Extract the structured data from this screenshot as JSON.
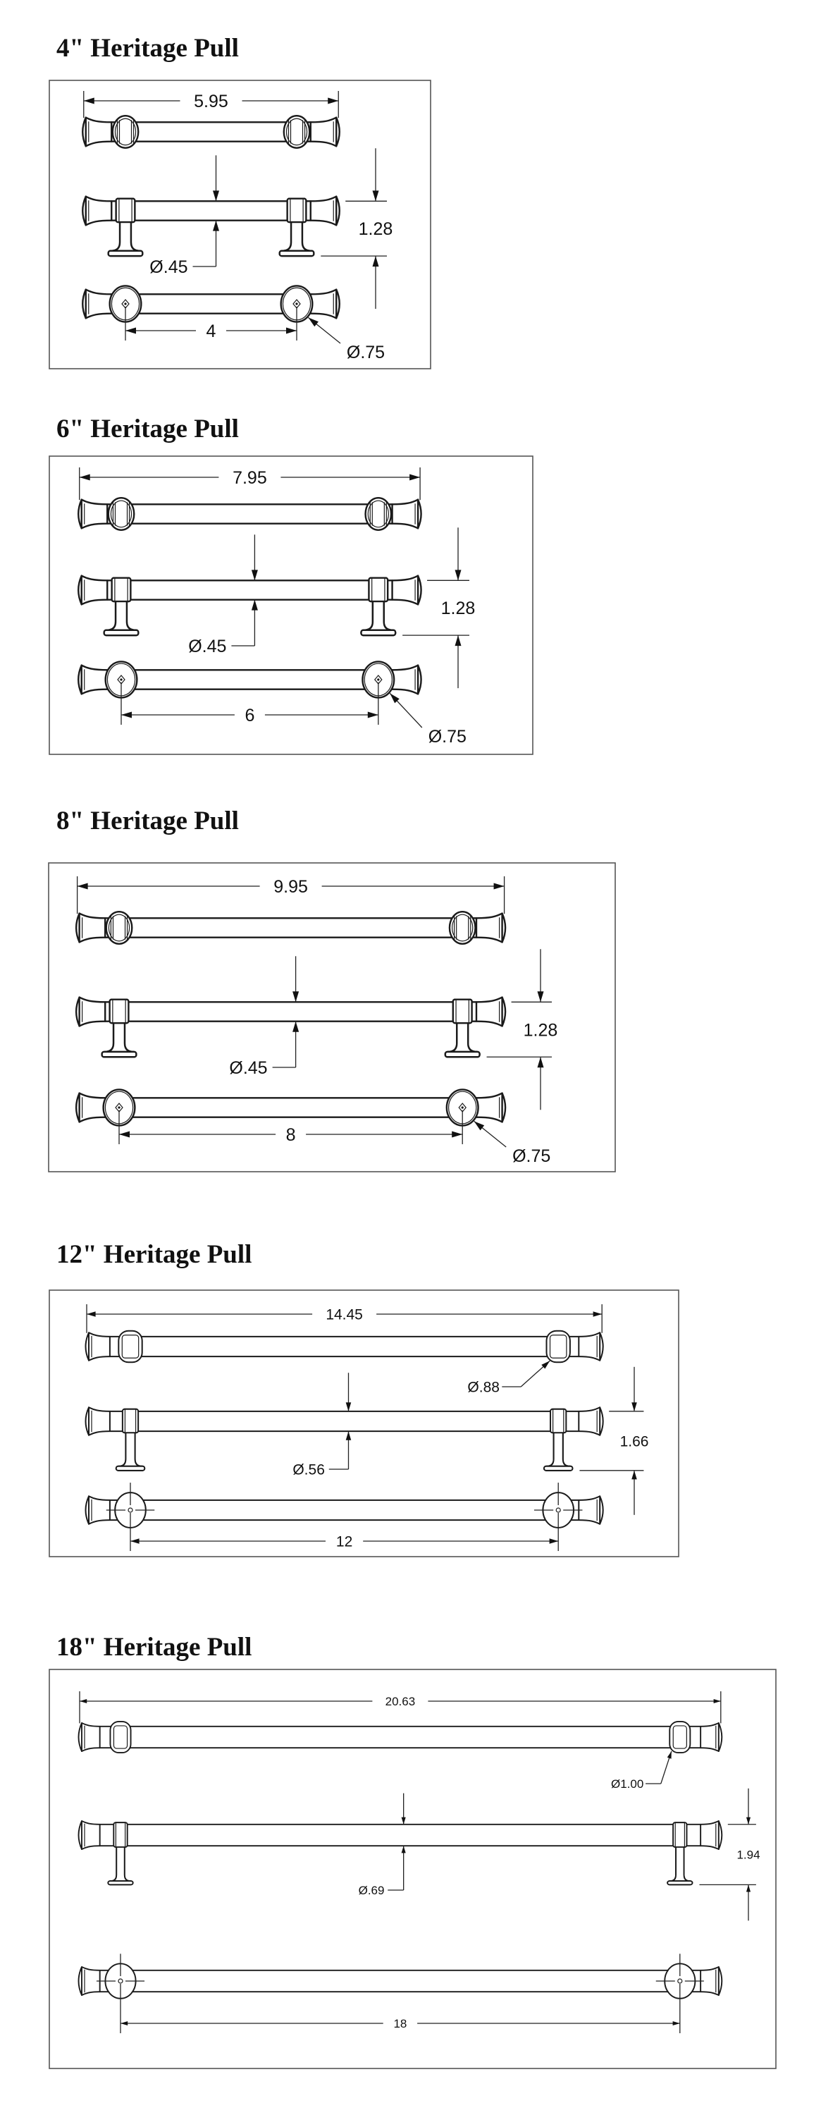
{
  "sections": [
    {
      "title": "4\" Heritage Pull",
      "overall_length": "5.95",
      "center_to_center": "4",
      "bar_diameter": "Ø.45",
      "projection": "1.28",
      "ring_diameter": "Ø.75"
    },
    {
      "title": "6\" Heritage Pull",
      "overall_length": "7.95",
      "center_to_center": "6",
      "bar_diameter": "Ø.45",
      "projection": "1.28",
      "ring_diameter": "Ø.75"
    },
    {
      "title": "8\" Heritage Pull",
      "overall_length": "9.95",
      "center_to_center": "8",
      "bar_diameter": "Ø.45",
      "projection": "1.28",
      "ring_diameter": "Ø.75"
    },
    {
      "title": "12\" Heritage Pull",
      "overall_length": "14.45",
      "center_to_center": "12",
      "bar_diameter": "Ø.56",
      "projection": "1.66",
      "ring_diameter": "Ø.88"
    },
    {
      "title": "18\" Heritage Pull",
      "overall_length": "20.63",
      "center_to_center": "18",
      "bar_diameter": "Ø.69",
      "projection": "1.94",
      "ring_diameter": "Ø1.00"
    }
  ]
}
